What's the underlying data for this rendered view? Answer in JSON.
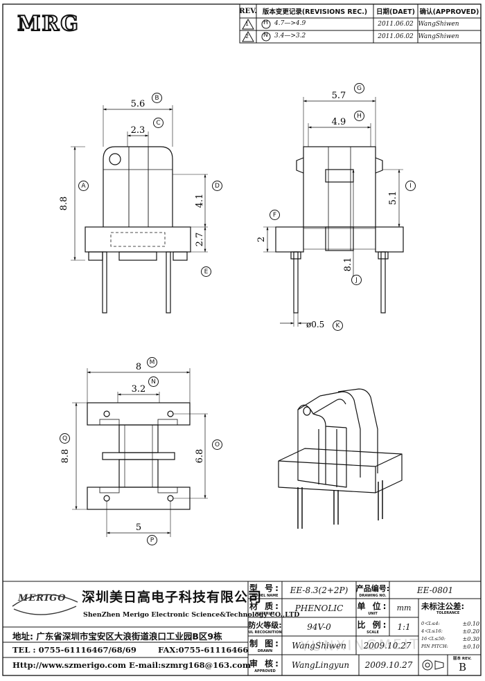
{
  "logo": "MRG",
  "revisions": {
    "header": {
      "rev": "REV.",
      "record": "版本变更记录(REVISIONS REC.)",
      "date": "日期(DAET)",
      "approved": "确认(APPROVED)"
    },
    "rows": [
      {
        "rev": "1",
        "mark": "H",
        "change": "4.7—>4.9",
        "date": "2011.06.02",
        "by": "WangShiwen"
      },
      {
        "rev": "2",
        "mark": "N",
        "change": "3.4—>3.2",
        "date": "2011.06.02",
        "by": "WangShiwen"
      }
    ]
  },
  "dims": {
    "A": "8.8",
    "B": "5.6",
    "C": "2.3",
    "D": "4.1",
    "E": "2.7",
    "F": "2",
    "G": "5.7",
    "H": "4.9",
    "I": "5.1",
    "J": "8.1",
    "K": "ø0.5",
    "M": "8",
    "N": "3.2",
    "O": "6.8",
    "P": "5",
    "Q": "8.8"
  },
  "letters": [
    "A",
    "B",
    "C",
    "D",
    "E",
    "F",
    "G",
    "H",
    "I",
    "J",
    "K",
    "M",
    "N",
    "O",
    "P",
    "Q"
  ],
  "company": {
    "brand": "MERIGO",
    "name_cn": "深圳美日高电子科技有限公司",
    "name_en": "ShenZhen Merigo Electronic Science&Technology CO.,LTD",
    "address": "地址: 广东省深圳市宝安区大浪街道浪口工业园B区9栋",
    "tel": "TEL : 0755-61116467/68/69",
    "fax": "FAX:0755-61116466",
    "web": "Http://www.szmerigo.com",
    "email": "E-mail:szmrg168@163.com"
  },
  "title_block": {
    "model_label": "型 号:",
    "model_sub": "MODEL NAME",
    "model": "EE-8.3(2+2P)",
    "drawing_label": "产品编号:",
    "drawing_sub": "DRAWING NO.",
    "drawing": "EE-0801",
    "material_label": "材 质:",
    "material_sub": "MATERIAL",
    "material": "PHENOLIC",
    "unit_label": "单 位:",
    "unit_sub": "UNIT",
    "unit": "mm",
    "ul_label": "防火等级:",
    "ul_sub": "UL RECOGNITION",
    "ul": "94V-0",
    "scale_label": "比 例:",
    "scale_sub": "SCALE",
    "scale": "1:1",
    "drawn_label": "制 图:",
    "drawn_sub": "DRAWN",
    "drawn": "WangShiwen",
    "drawn_date": "2009.10.27",
    "approved_label": "审 核:",
    "approved_sub": "APPROVED",
    "approved": "WangLingyun",
    "approved_date": "2009.10.27",
    "tol_title": "未标注公差:",
    "tol_sub": "TOLERANCE",
    "tol_rows": [
      {
        "range": "0＜L≤4:",
        "value": "±0.10"
      },
      {
        "range": "4＜L≤16:",
        "value": "±0.20"
      },
      {
        "range": "16＜L≤50:",
        "value": "±0.30"
      },
      {
        "range": "PIN PITCH:",
        "value": "±0.10"
      }
    ],
    "version_label": "版本 REV.",
    "version": "B"
  },
  "watermark": "YUNXINGMEIT"
}
